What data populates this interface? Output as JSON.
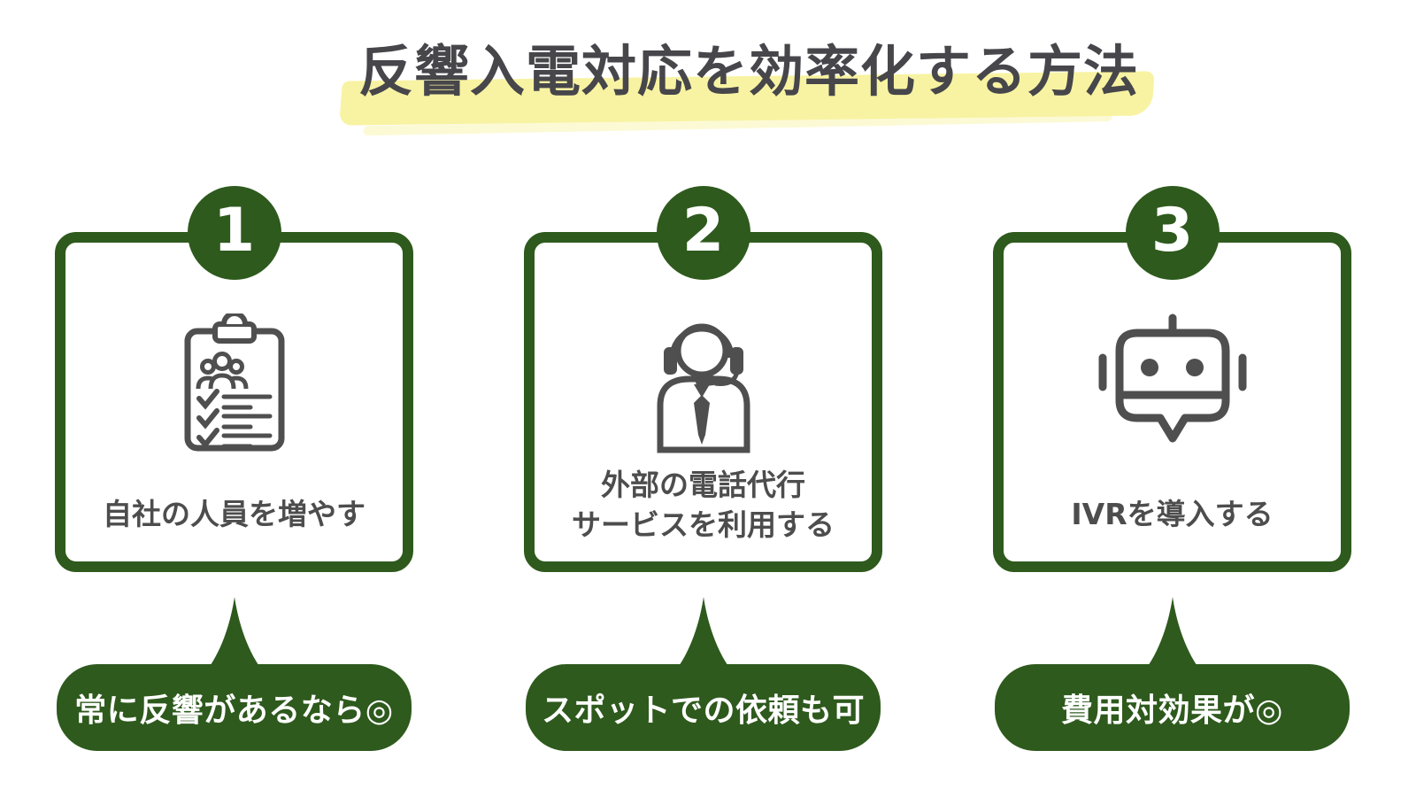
{
  "title": {
    "text": "反響入電対応を効率化する方法"
  },
  "colors": {
    "accent_green": "#2e5a1d",
    "highlight_yellow": "#f8f3a2",
    "title_gray": "#46464b",
    "label_gray": "#4d4d4d",
    "icon_gray": "#4f4f4f",
    "background": "#ffffff"
  },
  "methods": [
    {
      "number": "1",
      "icon": "staff-checklist-icon",
      "label_lines": [
        "自社の人員を増やす"
      ],
      "note": "常に反響があるなら◎"
    },
    {
      "number": "2",
      "icon": "operator-headset-icon",
      "label_lines": [
        "外部の電話代行",
        "サービスを利用する"
      ],
      "note": "スポットでの依頼も可"
    },
    {
      "number": "3",
      "icon": "robot-ivr-icon",
      "label_lines": [
        "IVRを導入する"
      ],
      "note": "費用対効果が◎"
    }
  ]
}
